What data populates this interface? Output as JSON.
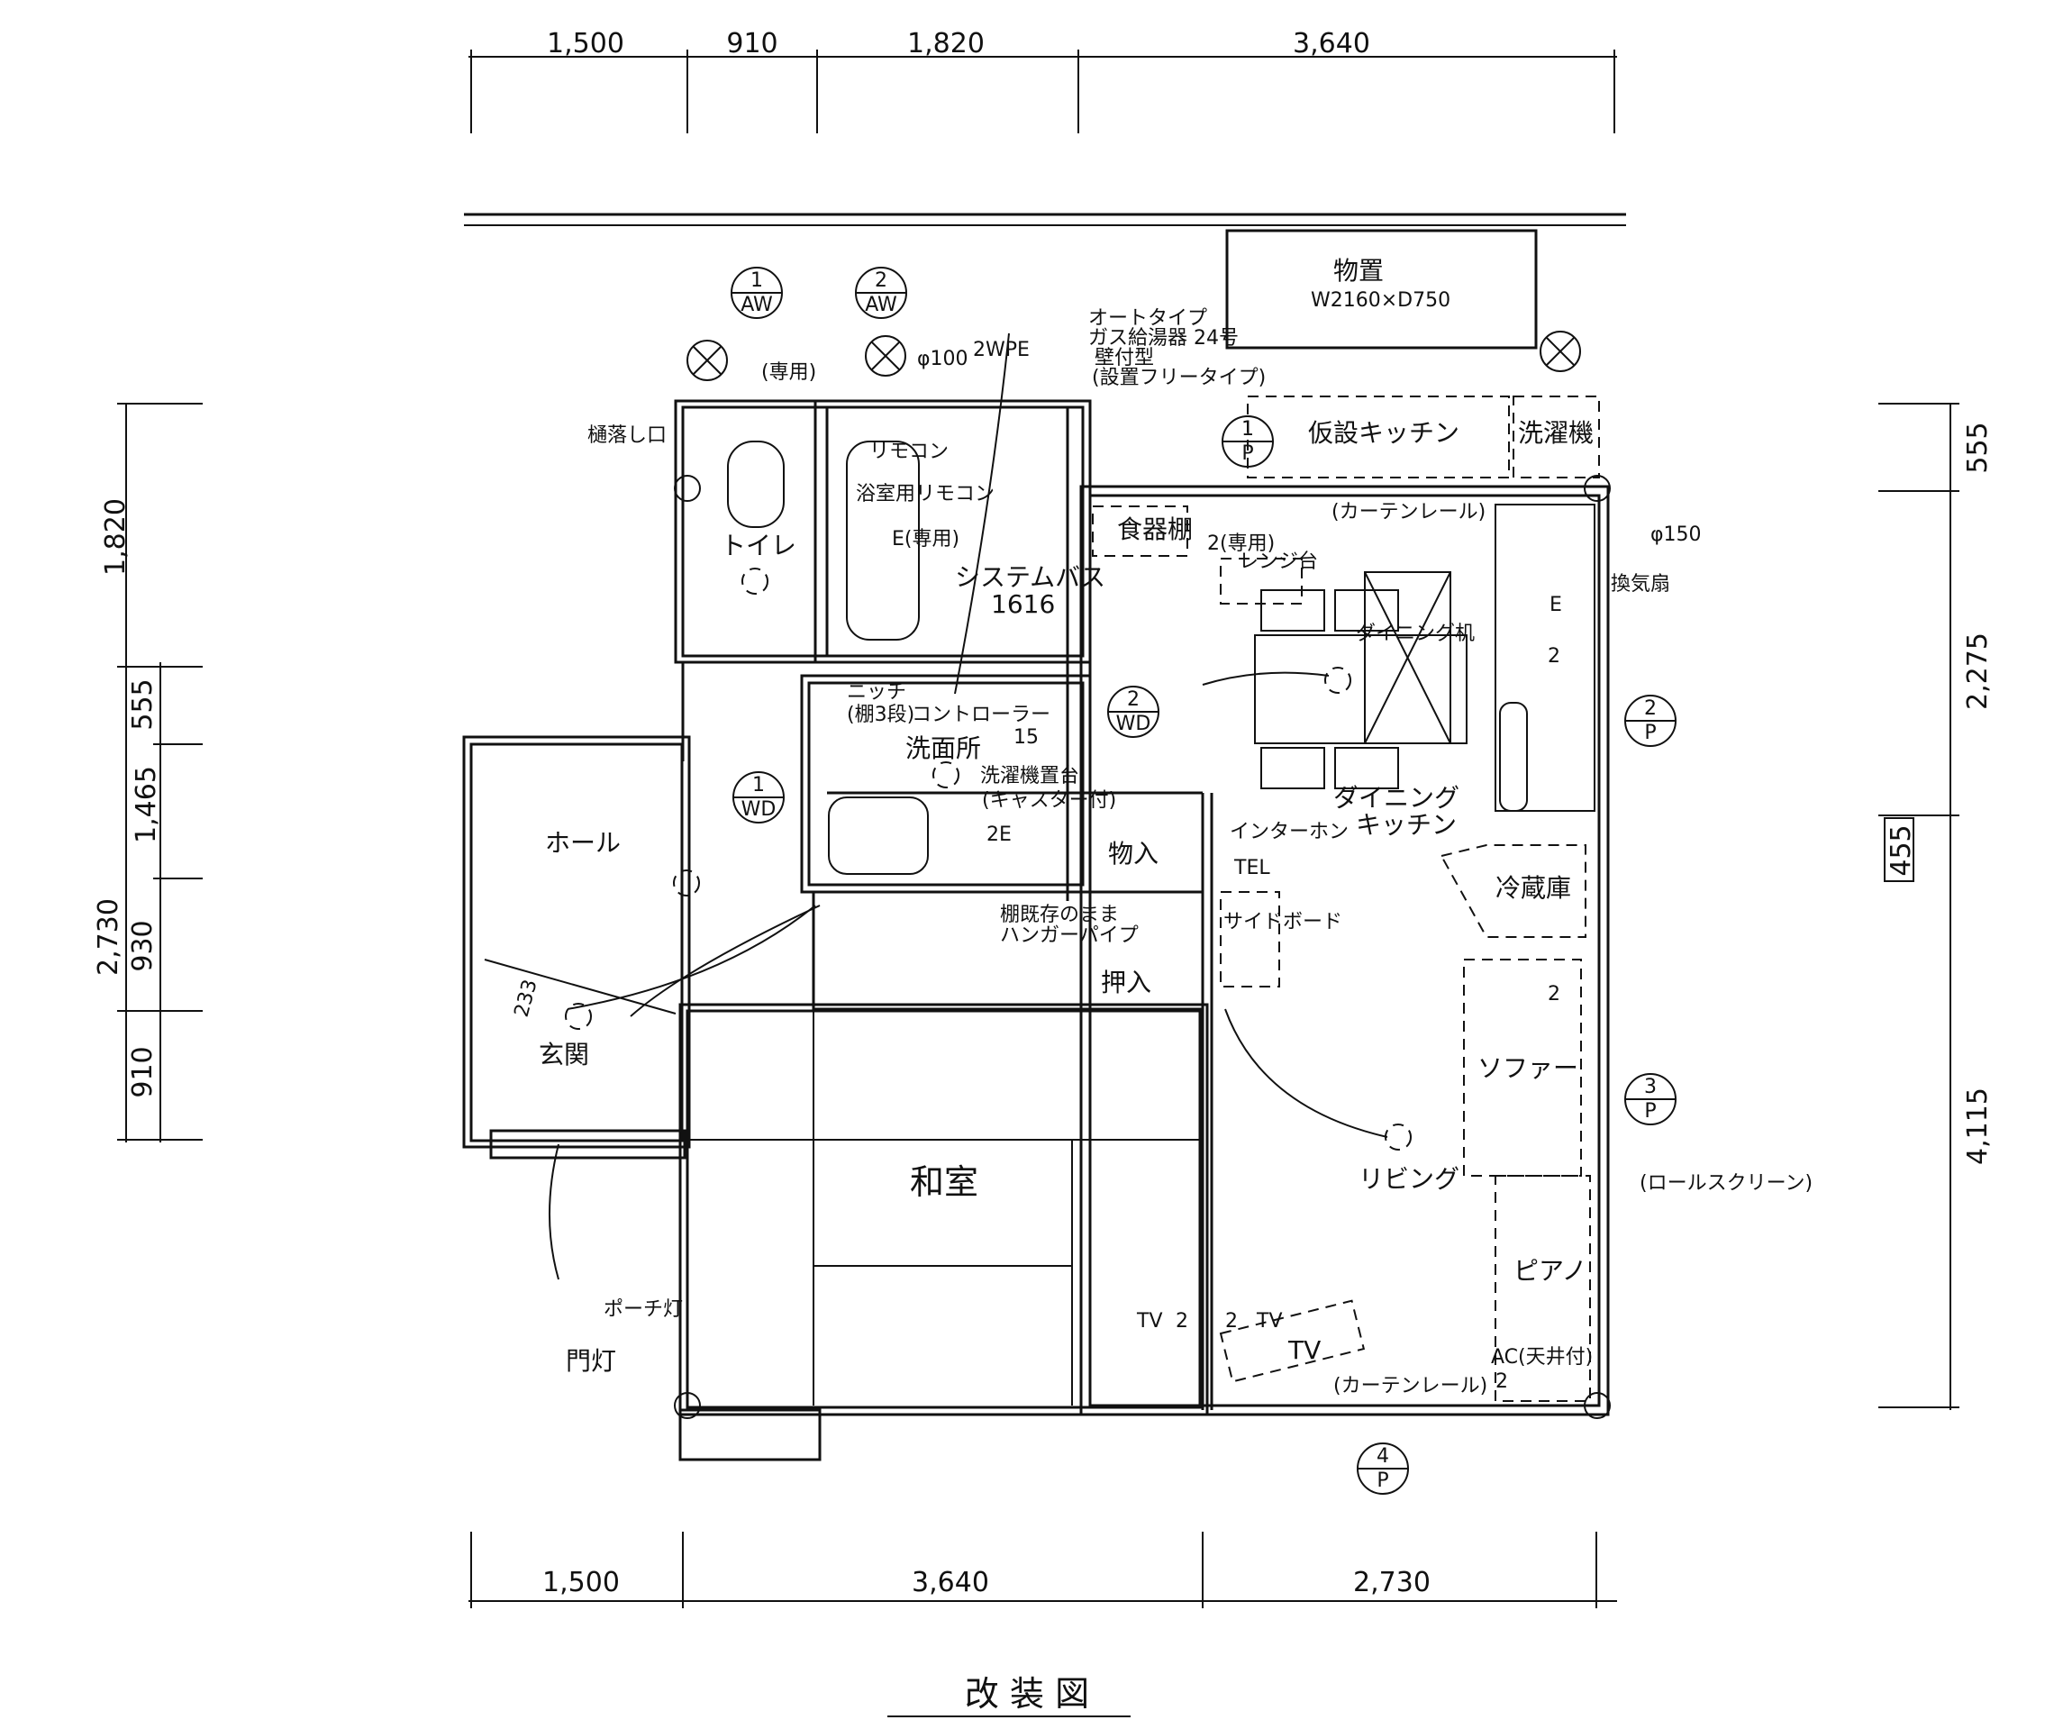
{
  "title": "改 装 図",
  "dimensions": {
    "top": [
      "1,500",
      "910",
      "1,820",
      "3,640"
    ],
    "bottom": [
      "1,500",
      "3,640",
      "2,730"
    ],
    "left_outer": [
      "1,820",
      "2,730",
      "910"
    ],
    "left_inner": [
      "555",
      "1,465",
      "930"
    ],
    "right": [
      "555",
      "2,275",
      "4,115"
    ],
    "right_small": "455"
  },
  "rooms": {
    "toilet": "トイレ",
    "system_bath": "システムバス",
    "bath_size": "1616",
    "washroom": "洗面所",
    "hall": "ホール",
    "entrance": "玄関",
    "japanese_room": "和室",
    "dining_kitchen_1": "ダイニング",
    "dining_kitchen_2": "キッチン",
    "living": "リビング",
    "storage_1": "物入",
    "storage_2": "押入",
    "shed": "物置",
    "shed_size": "W2160×D750"
  },
  "furniture": {
    "temp_kitchen": "仮設キッチン",
    "washer": "洗濯機",
    "dish_cabinet": "食器棚",
    "range_stand": "レンジ台",
    "dining_table": "ダイニング机",
    "refrigerator": "冷蔵庫",
    "sideboard": "サイドボード",
    "sofa": "ソファー",
    "piano": "ピアノ",
    "tv": "TV"
  },
  "annotations": {
    "auto_type": "オートタイプ",
    "gas_heater": "ガス給湯器 24号",
    "gas_heater_type": "壁付型",
    "installation": "(設置フリータイプ)",
    "pipe_100": "φ100",
    "pipe_150": "φ150",
    "exhaust": "換気扇",
    "remote": "リモコン",
    "bath_remote": "浴室用リモコン",
    "niche": "ニッチ",
    "niche_note": "(棚3段)",
    "controller": "コントローラー",
    "washer_place": "洗濯機置台",
    "washer_place_note": "(キャスター付)",
    "shelf_existing": "棚既存のまま",
    "hanger_pipe": "ハンガーパイプ",
    "curtain_rail": "(カーテンレール)",
    "roll_screen": "(ロールスクリーン)",
    "ac": "AC(天井付)",
    "intercom": "インターホン",
    "tel": "TEL",
    "porch_light": "ポーチ灯",
    "gate_light": "門灯",
    "dedicated": "(専用)",
    "rain_drain": "樋落し口",
    "stair_233": "233",
    "size_15": "15"
  },
  "fittings": {
    "aw1": [
      "1",
      "AW"
    ],
    "aw2": [
      "2",
      "AW"
    ],
    "wd1": [
      "1",
      "WD"
    ],
    "wd2": [
      "2",
      "WD"
    ],
    "p1": [
      "1",
      "P"
    ],
    "p2": [
      "2",
      "P"
    ],
    "p3": [
      "3",
      "P"
    ],
    "p4": [
      "4",
      "P"
    ]
  },
  "outlets": {
    "wpe2": "2WPE",
    "e": "E",
    "e_dedicated": "E(専用)",
    "two": "2",
    "two_e": "2E",
    "tv": "TV",
    "two_dedicated": "2(専用)"
  }
}
